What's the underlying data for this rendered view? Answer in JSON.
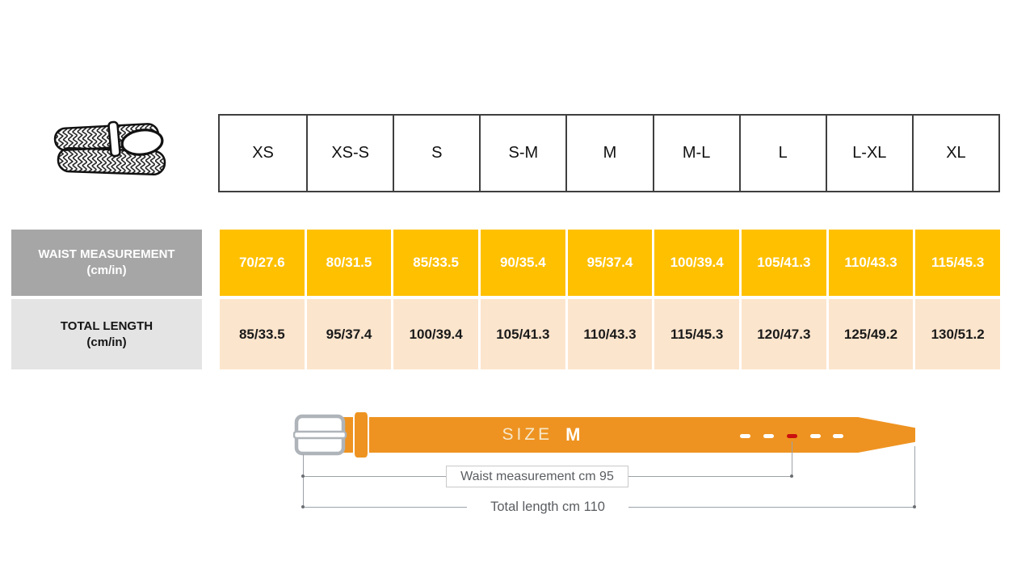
{
  "sizes": {
    "header": [
      "XS",
      "XS-S",
      "S",
      "S-M",
      "M",
      "M-L",
      "L",
      "L-XL",
      "XL"
    ]
  },
  "waist_row": {
    "label": "WAIST MEASUREMENT",
    "unit": "(cm/in)",
    "values": [
      "70/27.6",
      "80/31.5",
      "85/33.5",
      "90/35.4",
      "95/37.4",
      "100/39.4",
      "105/41.3",
      "110/43.3",
      "115/45.3"
    ]
  },
  "length_row": {
    "label": "TOTAL LENGTH",
    "unit": "(cm/in)",
    "values": [
      "85/33.5",
      "95/37.4",
      "100/39.4",
      "105/41.3",
      "110/43.3",
      "115/45.3",
      "120/47.3",
      "125/49.2",
      "130/51.2"
    ]
  },
  "diagram": {
    "size_word": "SIZE",
    "size_value": "M",
    "waist_annotation": "Waist measurement cm 95",
    "length_annotation": "Total length cm 110"
  },
  "colors": {
    "waist_row_bg": "#ffc000",
    "length_row_bg": "#fce5cd",
    "waist_label_bg": "#a6a6a6",
    "length_label_bg": "#e4e4e4",
    "belt_orange": "#ee9321",
    "marked_hole_red": "#cb0f0f",
    "measure_line_gray": "#9da2a8"
  }
}
